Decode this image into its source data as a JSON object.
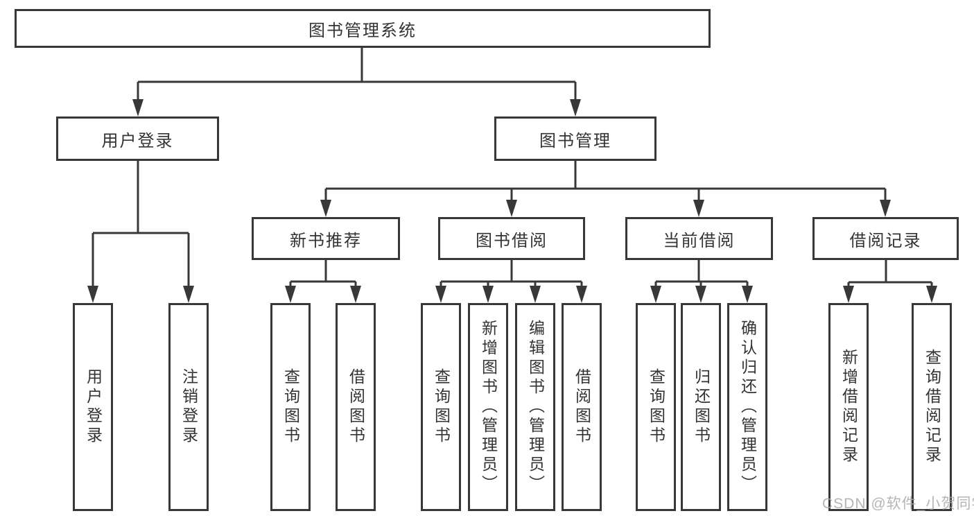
{
  "diagram": {
    "root": {
      "label": "图书管理系统"
    },
    "branches": [
      {
        "label": "用户登录",
        "children": [
          {
            "label": "用户登录"
          },
          {
            "label": "注销登录"
          }
        ]
      },
      {
        "label": "图书管理",
        "children": [
          {
            "label": "新书推荐",
            "children": [
              {
                "label": "查询图书"
              },
              {
                "label": "借阅图书"
              }
            ]
          },
          {
            "label": "图书借阅",
            "children": [
              {
                "label": "查询图书"
              },
              {
                "label": "新增图书（管理员）"
              },
              {
                "label": "编辑图书（管理员）"
              },
              {
                "label": "借阅图书"
              }
            ]
          },
          {
            "label": "当前借阅",
            "children": [
              {
                "label": "查询图书"
              },
              {
                "label": "归还图书"
              },
              {
                "label": "确认归还（管理员）"
              }
            ]
          },
          {
            "label": "借阅记录",
            "children": [
              {
                "label": "新增借阅记录"
              },
              {
                "label": "查询借阅记录"
              }
            ]
          }
        ]
      }
    ]
  },
  "watermark": {
    "text": "CSDN @软件_小贺同学"
  },
  "colors": {
    "line": "#383838",
    "text": "#333333",
    "box_background": "#ffffff",
    "watermark": "#a8a8a8",
    "background": "#ffffff"
  }
}
